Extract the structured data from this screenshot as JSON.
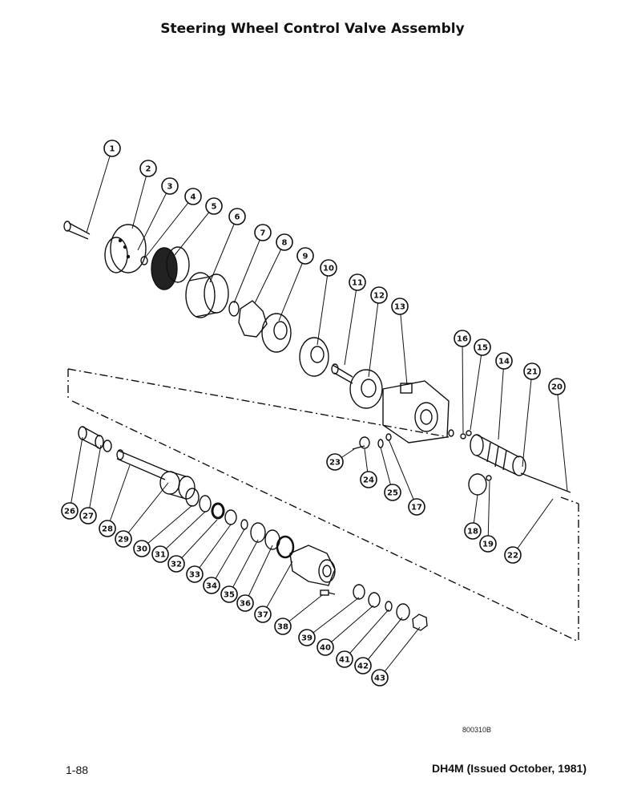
{
  "page": {
    "title": "Steering Wheel Control Valve Assembly",
    "page_number": "1-88",
    "document_id": "DH4M (Issued October, 1981)",
    "figure_code": "800310B"
  },
  "callouts": [
    "1",
    "2",
    "3",
    "4",
    "5",
    "6",
    "7",
    "8",
    "9",
    "10",
    "11",
    "12",
    "13",
    "14",
    "15",
    "16",
    "17",
    "18",
    "19",
    "20",
    "21",
    "22",
    "23",
    "24",
    "25",
    "26",
    "27",
    "28",
    "29",
    "30",
    "31",
    "32",
    "33",
    "34",
    "35",
    "36",
    "37",
    "38",
    "39",
    "40",
    "41",
    "42",
    "43"
  ]
}
